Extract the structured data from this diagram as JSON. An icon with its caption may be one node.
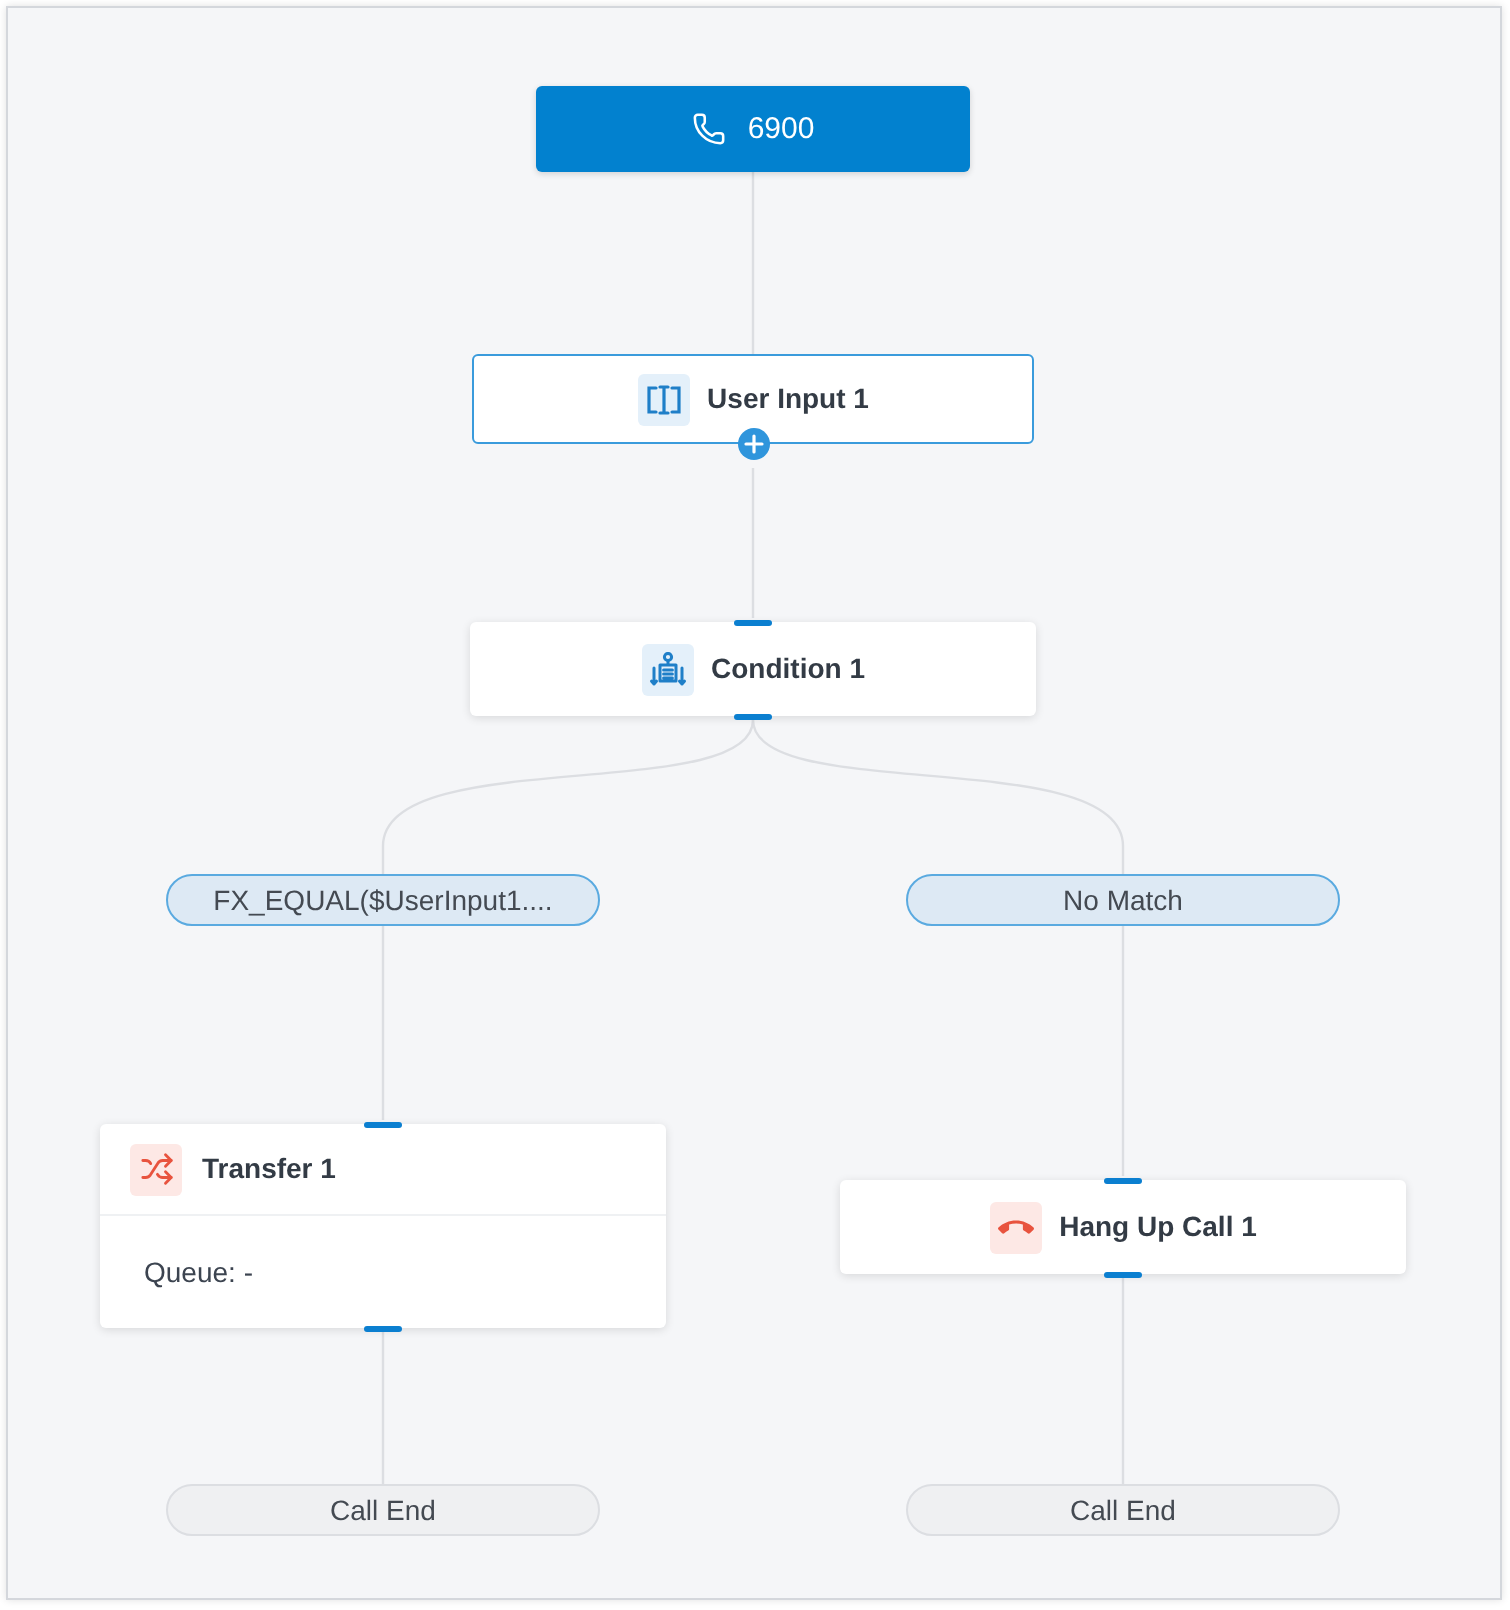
{
  "diagram": {
    "nodes": [
      {
        "text": [
          "6900"
        ]
      },
      {
        "text": [
          "User Input 1"
        ]
      },
      {
        "text": [
          "Condition 1"
        ]
      },
      {
        "text": [
          "FX_EQUAL($UserInput1...."
        ]
      },
      {
        "text": [
          "No Match"
        ]
      },
      {
        "text": [
          "Transfer 1",
          "Queue: -"
        ]
      },
      {
        "text": [
          "Hang Up Call 1"
        ]
      },
      {
        "text": [
          "Call End"
        ]
      },
      {
        "text": [
          "Call End"
        ]
      }
    ],
    "edges": [
      {
        "from": 0,
        "to": 1,
        "arrow": "none"
      },
      {
        "from": 1,
        "to": 2,
        "arrow": "none"
      },
      {
        "from": 2,
        "to": 3,
        "arrow": "none"
      },
      {
        "from": 2,
        "to": 4,
        "arrow": "none"
      },
      {
        "from": 3,
        "to": 5,
        "arrow": "none"
      },
      {
        "from": 4,
        "to": 6,
        "arrow": "none"
      },
      {
        "from": 5,
        "to": 7,
        "arrow": "none"
      },
      {
        "from": 6,
        "to": 8,
        "arrow": "none"
      }
    ]
  }
}
